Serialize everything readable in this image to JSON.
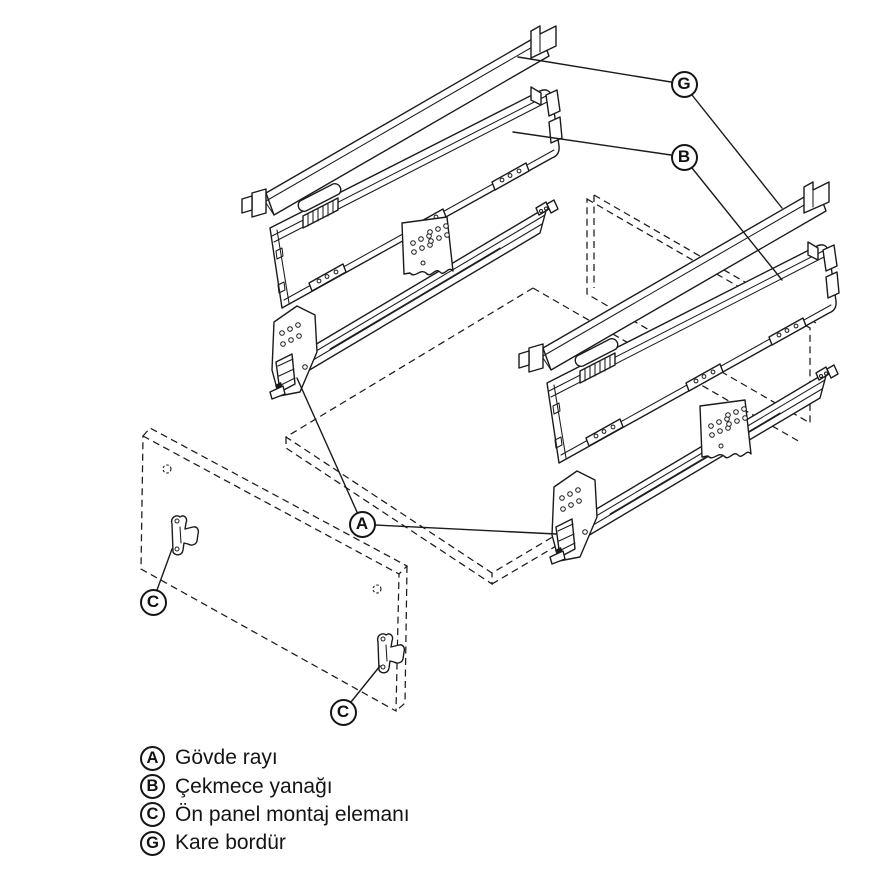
{
  "figure": {
    "kind": "exploded-assembly-diagram",
    "subject": "drawer slide / metal drawer-side system",
    "background": "#ffffff",
    "line_color": "#1b1b1b"
  },
  "callouts": [
    {
      "letter": "G"
    },
    {
      "letter": "B"
    },
    {
      "letter": "A"
    },
    {
      "letter": "C"
    },
    {
      "letter": "C"
    }
  ],
  "legend": [
    {
      "letter": "A",
      "label": "Gövde rayı"
    },
    {
      "letter": "B",
      "label": "Çekmece yanağı"
    },
    {
      "letter": "C",
      "label": "Ön panel montaj elemanı"
    },
    {
      "letter": "G",
      "label": "Kare bordür"
    }
  ]
}
